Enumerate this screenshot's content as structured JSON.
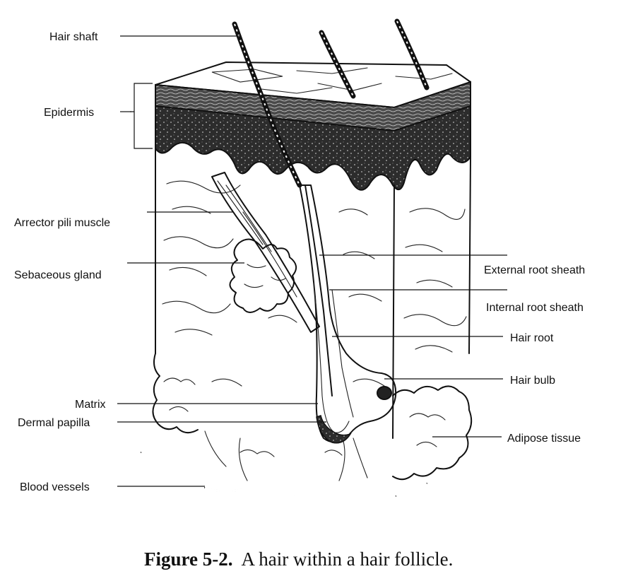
{
  "labels_left": {
    "hair_shaft": "Hair shaft",
    "epidermis": "Epidermis",
    "arrector_pili_muscle": "Arrector pili muscle",
    "sebaceous_gland": "Sebaceous gland",
    "matrix": "Matrix",
    "dermal_papilla": "Dermal papilla",
    "blood_vessels": "Blood vessels"
  },
  "labels_right": {
    "external_root_sheath": "External root sheath",
    "internal_root_sheath": "Internal root sheath",
    "hair_root": "Hair root",
    "hair_bulb": "Hair bulb",
    "adipose_tissue": "Adipose tissue"
  },
  "caption": {
    "label": "Figure 5-2.",
    "text": "A hair within a hair follicle."
  },
  "colors": {
    "ink": "#111111",
    "epidermis_fill": "#3a3a3a",
    "background": "#ffffff"
  }
}
